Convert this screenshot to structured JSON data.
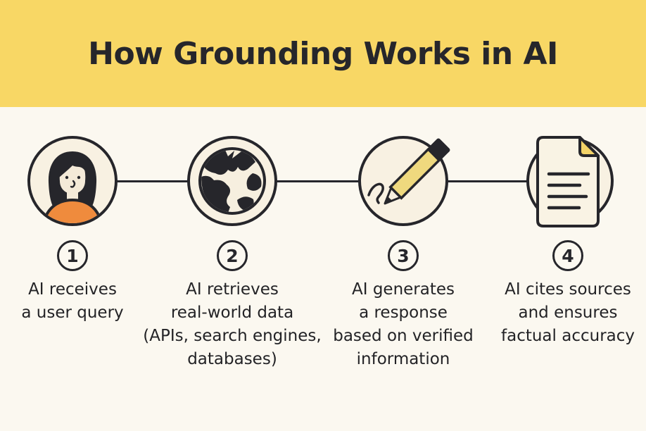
{
  "header": {
    "title": "How Grounding Works in AI"
  },
  "colors": {
    "header_bg": "#f8d765",
    "body_bg": "#fbf8f0",
    "icon_circle_fill": "#f8f1e2",
    "outline_dark": "#26262b",
    "shirt_orange": "#ef8b3d",
    "pencil_yellow": "#efd97e",
    "fold_yellow": "#f3d368",
    "text_dark": "#232326"
  },
  "steps": [
    {
      "number": "1",
      "icon": "user-avatar-icon",
      "lines": [
        "AI receives",
        "a user query"
      ]
    },
    {
      "number": "2",
      "icon": "globe-icon",
      "lines": [
        "AI retrieves",
        "real-world data",
        "(APIs, search engines,",
        "databases)"
      ]
    },
    {
      "number": "3",
      "icon": "pencil-writing-icon",
      "lines": [
        "AI generates",
        "a response",
        "based on verified",
        "information"
      ]
    },
    {
      "number": "4",
      "icon": "document-icon",
      "lines": [
        "AI cites sources",
        "and ensures",
        "factual accuracy"
      ]
    }
  ]
}
